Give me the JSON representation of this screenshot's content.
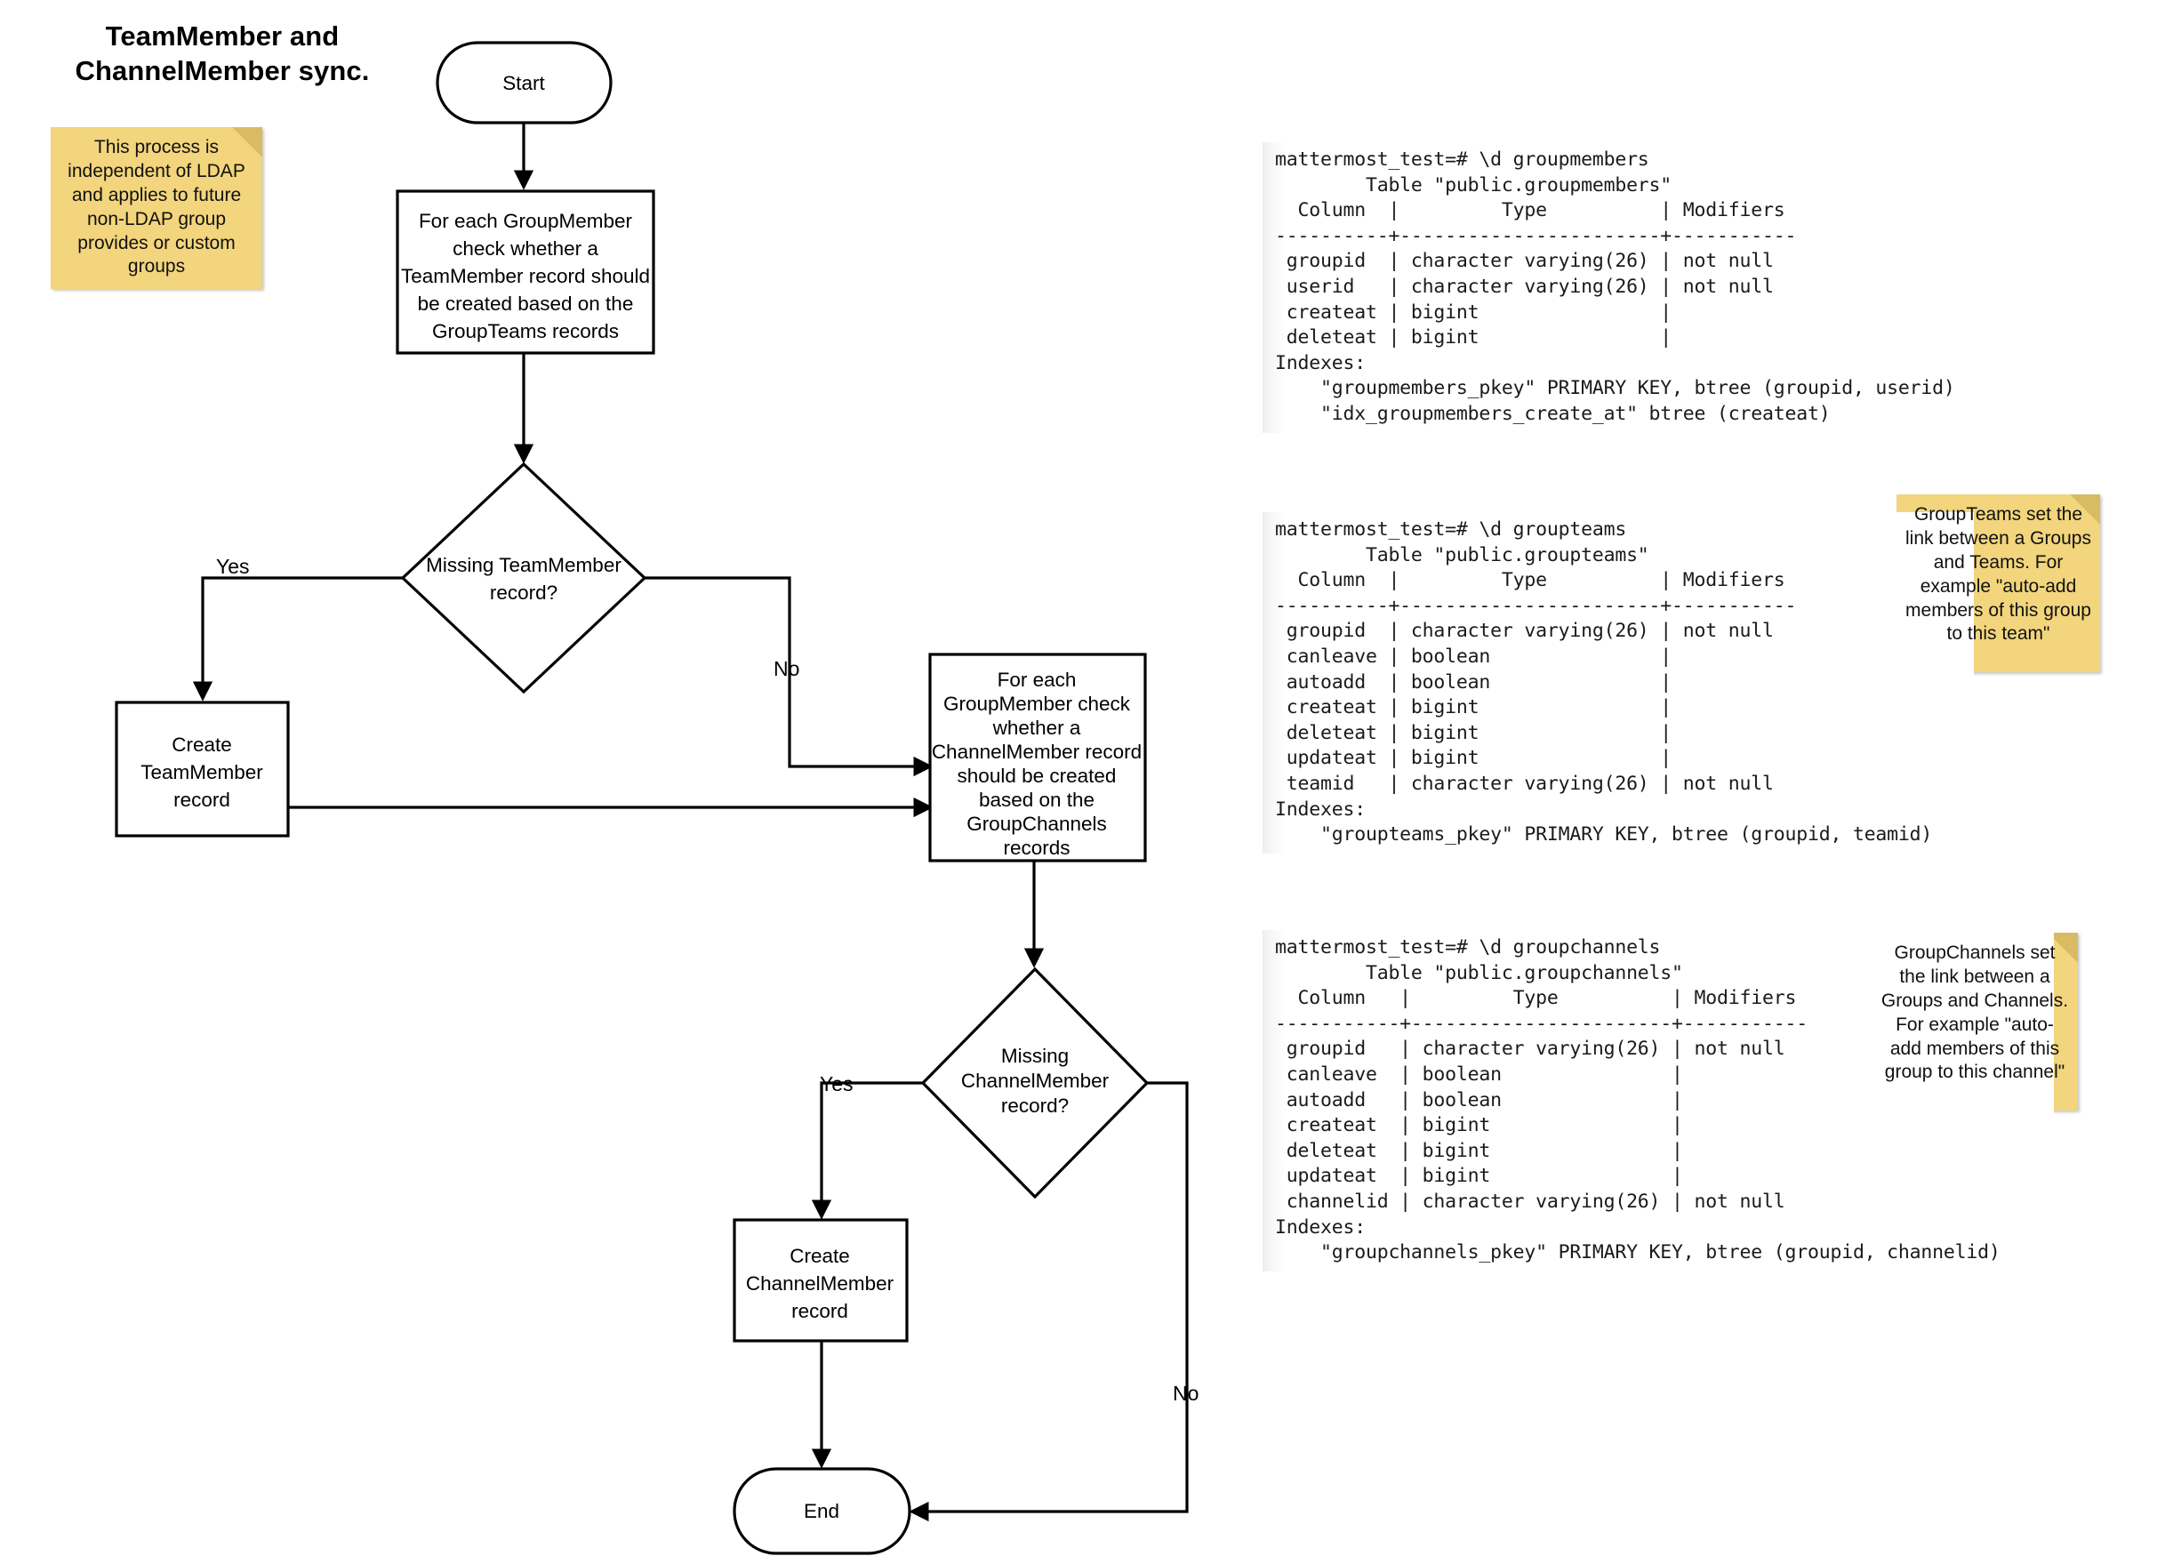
{
  "diagram": {
    "title_lines": [
      "TeamMember and",
      "ChannelMember sync."
    ],
    "nodes": {
      "start": "Start",
      "process_team": [
        "For each GroupMember",
        "check whether a",
        "TeamMember record should",
        "be created based on the",
        "GroupTeams records"
      ],
      "decision_team": [
        "Missing TeamMember",
        "record?"
      ],
      "create_team": [
        "Create",
        "TeamMember",
        "record"
      ],
      "process_channel": [
        "For each",
        "GroupMember check",
        "whether a",
        "ChannelMember record",
        "should be created",
        "based on the",
        "GroupChannels",
        "records"
      ],
      "decision_channel": [
        "Missing",
        "ChannelMember",
        "record?"
      ],
      "create_channel": [
        "Create",
        "ChannelMember",
        "record"
      ],
      "end": "End"
    },
    "edge_labels": {
      "team_yes": "Yes",
      "team_no": "No",
      "channel_yes": "Yes",
      "channel_no": "No"
    }
  },
  "sticky_notes": [
    {
      "id": "ldap-note",
      "text": "This process is independent of LDAP and applies to future non-LDAP group provides or custom groups",
      "color": "#f2d57c"
    },
    {
      "id": "groupteams-note",
      "text": "GroupTeams set the link between a Groups and Teams. For example \"auto-add members of this group to this team\"",
      "color": "#f2d57c"
    },
    {
      "id": "groupchannels-note",
      "text": "GroupChannels set the link between a Groups and Channels. For example \"auto-add members of this group to this channel\"",
      "color": "#f2d57c"
    }
  ],
  "terminals": [
    {
      "id": "groupmembers",
      "prompt": "mattermost_test=# \\d groupmembers",
      "text": "mattermost_test=# \\d groupmembers\n        Table \"public.groupmembers\"\n  Column  |         Type          | Modifiers \n----------+-----------------------+-----------\n groupid  | character varying(26) | not null\n userid   | character varying(26) | not null\n createat | bigint                |\n deleteat | bigint                |\nIndexes:\n    \"groupmembers_pkey\" PRIMARY KEY, btree (groupid, userid)\n    \"idx_groupmembers_create_at\" btree (createat)"
    },
    {
      "id": "groupteams",
      "prompt": "mattermost_test=# \\d groupteams",
      "text": "mattermost_test=# \\d groupteams\n        Table \"public.groupteams\"\n  Column  |         Type          | Modifiers \n----------+-----------------------+-----------\n groupid  | character varying(26) | not null\n canleave | boolean               |\n autoadd  | boolean               |\n createat | bigint                |\n deleteat | bigint                |\n updateat | bigint                |\n teamid   | character varying(26) | not null\nIndexes:\n    \"groupteams_pkey\" PRIMARY KEY, btree (groupid, teamid)"
    },
    {
      "id": "groupchannels",
      "prompt": "mattermost_test=# \\d groupchannels",
      "text": "mattermost_test=# \\d groupchannels\n        Table \"public.groupchannels\"\n  Column   |         Type          | Modifiers \n-----------+-----------------------+-----------\n groupid   | character varying(26) | not null\n canleave  | boolean               |\n autoadd   | boolean               |\n createat  | bigint                |\n deleteat  | bigint                |\n updateat  | bigint                |\n channelid | character varying(26) | not null\nIndexes:\n    \"groupchannels_pkey\" PRIMARY KEY, btree (groupid, channelid)"
    }
  ]
}
